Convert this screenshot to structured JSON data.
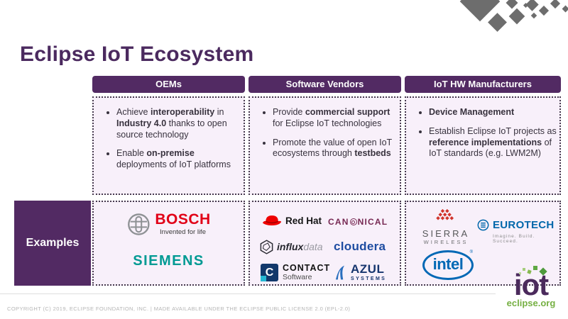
{
  "title": "Eclipse IoT Ecosystem",
  "examples_label": "Examples",
  "columns": [
    {
      "header": "OEMs",
      "bullets": [
        {
          "segments": [
            {
              "text": "Achieve ",
              "bold": false
            },
            {
              "text": "interoperability",
              "bold": true
            },
            {
              "text": " in ",
              "bold": false
            },
            {
              "text": "Industry 4.0",
              "bold": true
            },
            {
              "text": " thanks to open source technology",
              "bold": false
            }
          ]
        },
        {
          "segments": [
            {
              "text": "Enable ",
              "bold": false
            },
            {
              "text": "on-premise",
              "bold": true
            },
            {
              "text": " deployments of IoT platforms",
              "bold": false
            }
          ]
        }
      ]
    },
    {
      "header": "Software Vendors",
      "bullets": [
        {
          "segments": [
            {
              "text": "Provide ",
              "bold": false
            },
            {
              "text": "commercial support",
              "bold": true
            },
            {
              "text": " for Eclipse IoT technologies",
              "bold": false
            }
          ]
        },
        {
          "segments": [
            {
              "text": "Promote the value of open IoT ecosystems through ",
              "bold": false
            },
            {
              "text": "testbeds",
              "bold": true
            }
          ]
        }
      ]
    },
    {
      "header": "IoT HW Manufacturers",
      "bullets": [
        {
          "segments": [
            {
              "text": "Device Management",
              "bold": true
            }
          ]
        },
        {
          "segments": [
            {
              "text": "Establish Eclipse IoT projects as ",
              "bold": false
            },
            {
              "text": "reference implementations",
              "bold": true
            },
            {
              "text": " of IoT standards (e.g. LWM2M)",
              "bold": false
            }
          ]
        }
      ]
    }
  ],
  "logos": {
    "bosch": {
      "name": "BOSCH",
      "tagline": "Invented for life"
    },
    "siemens": {
      "name": "SIEMENS"
    },
    "redhat": {
      "name": "Red Hat"
    },
    "canonical": {
      "part1": "CAN",
      "part2": "NICAL"
    },
    "influxdata": {
      "part1": "influx",
      "part2": "data"
    },
    "cloudera": {
      "name": "cloudera"
    },
    "contact": {
      "icon_letter": "C",
      "name": "CONTACT",
      "sub": "Software"
    },
    "azul": {
      "name": "AZUL",
      "sub": "SYSTEMS"
    },
    "sierra": {
      "line1": "SIERRA",
      "line2": "WIRELESS"
    },
    "eurotech": {
      "name": "EUROTECH",
      "tagline": "Imagine. Build. Succeed."
    },
    "intel": {
      "name": "intel",
      "mark": "®"
    }
  },
  "footer": {
    "copyright": "COPYRIGHT (C) 2019, ECLIPSE FOUNDATION, INC. | MADE AVAILABLE UNDER THE ECLIPSE PUBLIC LICENSE 2.0 (EPL-2.0)"
  },
  "brand": {
    "iot": "iot",
    "site": "eclipse.org"
  },
  "colors": {
    "purple": "#522a63",
    "title_purple": "#4b2a5f",
    "box_bg": "#f8f0fa",
    "bosch_red": "#e10017",
    "siemens_teal": "#009a93",
    "redhat_red": "#ee0000",
    "canonical_aubergine": "#772953",
    "cloudera_blue": "#1e4ca1",
    "azul_blue": "#16356e",
    "intel_blue": "#0068b5",
    "eurotech_blue": "#0067ab",
    "sierra_red": "#d0342c",
    "eclipse_green": "#76b043",
    "diamond_gray": "#6d6d6d"
  }
}
